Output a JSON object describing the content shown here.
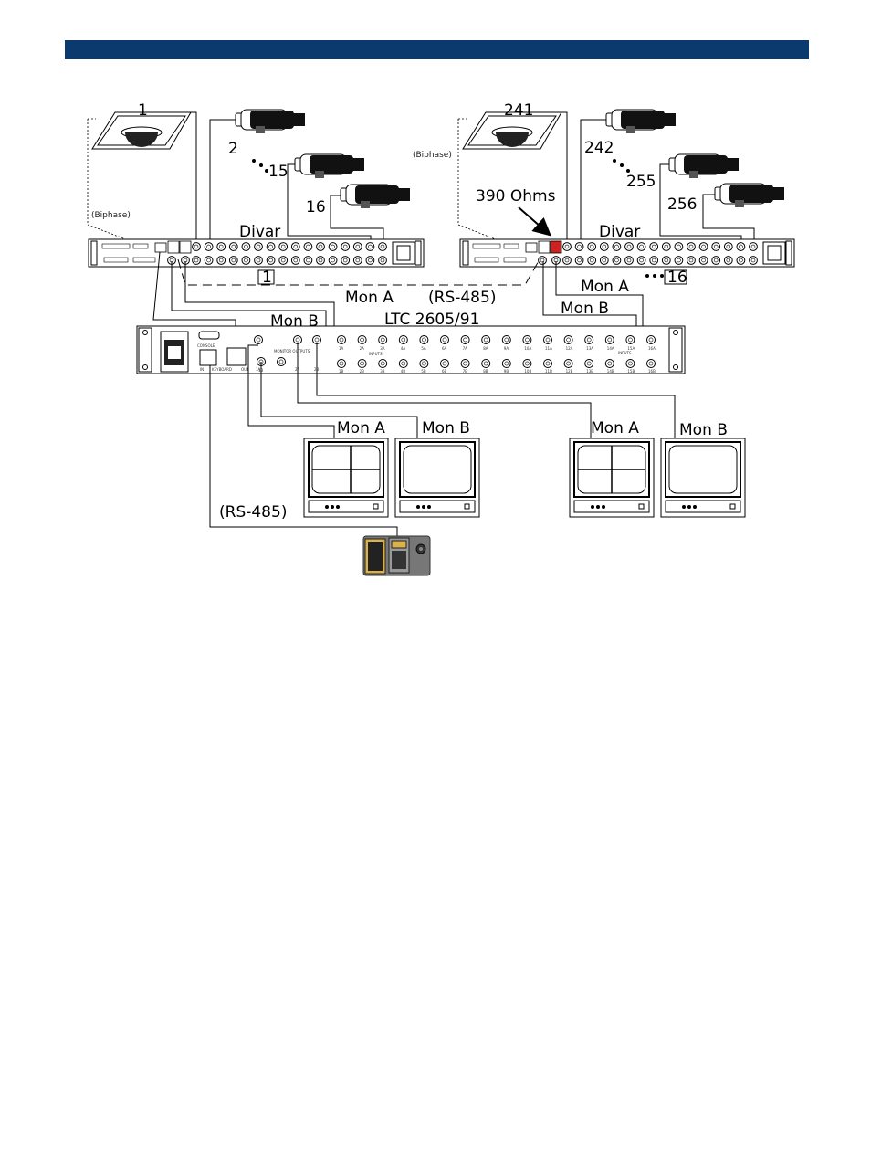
{
  "labels": {
    "cam_1": "1",
    "cam_2": "2",
    "cam_15": "15",
    "cam_16": "16",
    "cam_241": "241",
    "cam_242": "242",
    "cam_255": "255",
    "cam_256": "256",
    "biphase_left": "(Biphase)",
    "biphase_right": "(Biphase)",
    "ohms": "390 Ohms",
    "divar_left": "Divar",
    "divar_right": "Divar",
    "box_1": "1",
    "box_16": "16",
    "mon_a_top_left": "Mon A",
    "mon_a_top_right": "Mon A",
    "rs485_top": "(RS-485)",
    "mon_b_top_left": "Mon B",
    "mon_b_top_right": "Mon B",
    "ltc": "LTC 2605/91",
    "mon_a_1": "Mon A",
    "mon_b_1": "Mon B",
    "mon_a_2": "Mon A",
    "mon_b_2": "Mon B",
    "rs485_bottom": "(RS-485)",
    "console_label": "CONSOLE",
    "keyboard_label": "KEYBOARD",
    "in_label": "IN",
    "out_label": "OUT",
    "monitor_outputs_label": "MONITOR OUTPUTS",
    "inputs_label": "INPUTS"
  },
  "matrix_inputs_a": [
    "1A",
    "2A",
    "3A",
    "4A",
    "5A",
    "6A",
    "7A",
    "8A",
    "9A",
    "10A",
    "11A",
    "12A",
    "13A",
    "14A",
    "15A",
    "16A"
  ],
  "matrix_inputs_b": [
    "1B",
    "2B",
    "3B",
    "4B",
    "5B",
    "6B",
    "7B",
    "8B",
    "9B",
    "10B",
    "11B",
    "12B",
    "13B",
    "14B",
    "15B",
    "16B"
  ],
  "matrix_outputs": [
    "1A",
    "1B",
    "2A",
    "2B"
  ],
  "colors": {
    "header_bar": "#0b3a6e"
  }
}
